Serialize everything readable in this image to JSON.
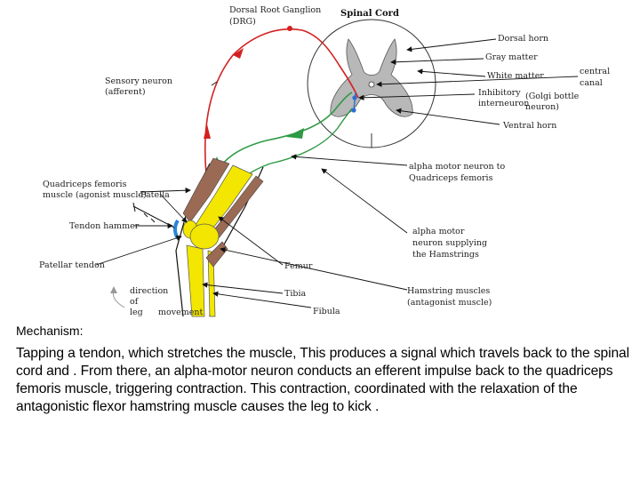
{
  "diagram": {
    "labels": {
      "dorsal_root_ganglion": [
        "Dorsal Root Ganglion",
        "(DRG)"
      ],
      "spinal_cord": "Spinal Cord",
      "dorsal_horn": "Dorsal horn",
      "gray_matter": "Gray matter",
      "white_matter": "White matter",
      "central_canal": [
        "central",
        "canal"
      ],
      "inhibitory_interneuron": [
        "Inhibitory",
        "interneuron"
      ],
      "golgi_bottle_neuron": [
        "(Golgi bottle",
        "neuron)"
      ],
      "ventral_horn": "Ventral horn",
      "sensory_neuron": [
        "Sensory neuron",
        "(afferent)"
      ],
      "alpha_motor_quadriceps": [
        "alpha motor neuron to",
        "Quadriceps femoris"
      ],
      "quadriceps_muscle": [
        "Quadriceps femoris",
        "muscle (agonist muscle)"
      ],
      "patella": "Patella",
      "tendon_hammer": "Tendon hammer",
      "alpha_motor_hamstrings": [
        "alpha motor",
        "neuron supplying",
        "the Hamstrings"
      ],
      "patellar_tendon": "Patellar tendon",
      "femur": "Femur",
      "direction_leg_movement": [
        "direction",
        "of",
        "leg",
        "movement"
      ],
      "tibia": "Tibia",
      "hamstring_muscles": [
        "Hamstring muscles",
        "(antagonist muscle)"
      ],
      "fibula": "Fibula"
    },
    "colors": {
      "sensory_neuron": "#d42020",
      "motor_neuron": "#2e9a45",
      "interneuron": "#2a6fd0",
      "gray_matter": "#b8b8b8",
      "bone": "#f3e600",
      "muscle": "#9a6a55",
      "tendon": "#2a84d8"
    }
  },
  "mechanism": {
    "title": "Mechanism:",
    "body": "Tapping a tendon, which stretches the muscle, This produces a signal which travels back to the spinal cord and . From there, an alpha-motor neuron conducts an efferent impulse back to the quadriceps femoris muscle, triggering contraction. This contraction, coordinated with the relaxation of the antagonistic flexor hamstring muscle causes the leg to kick ."
  }
}
